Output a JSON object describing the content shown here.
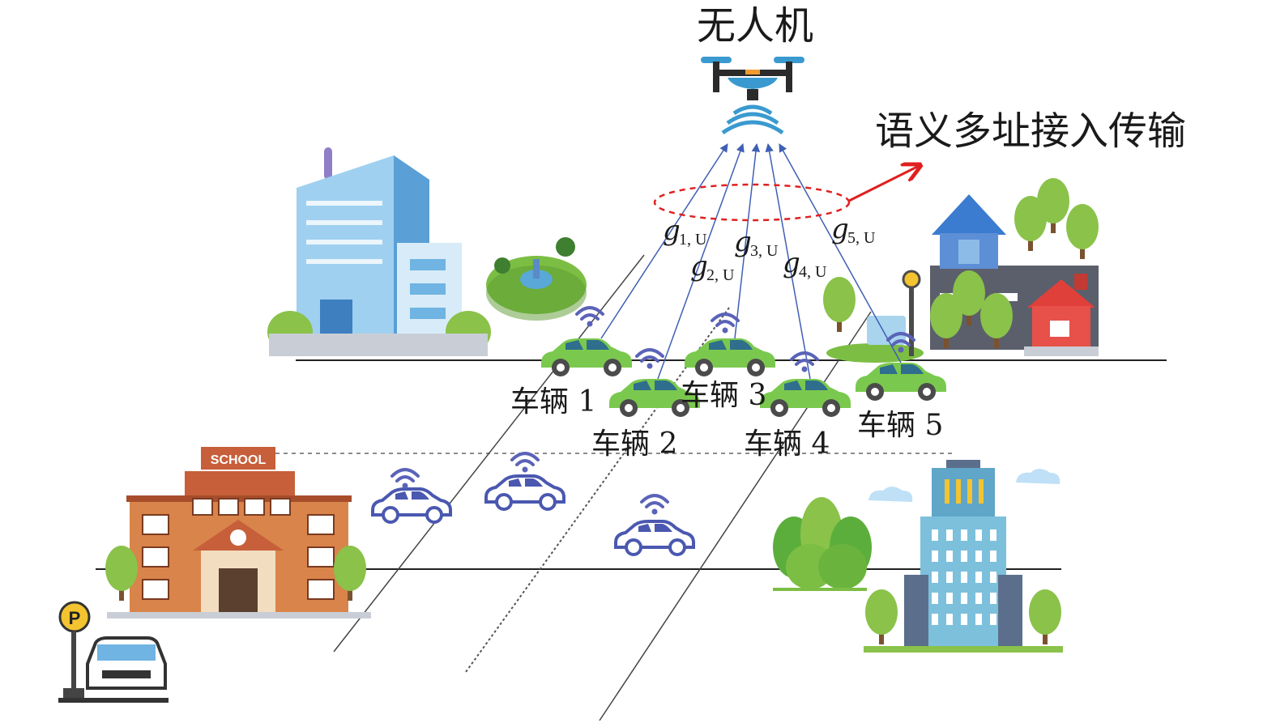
{
  "title": "无人机",
  "annotation": "语义多址接入传输",
  "channels": [
    {
      "g": "g",
      "sub": "1, U"
    },
    {
      "g": "g",
      "sub": "2, U"
    },
    {
      "g": "g",
      "sub": "3, U"
    },
    {
      "g": "g",
      "sub": "4, U"
    },
    {
      "g": "g",
      "sub": "5, U"
    }
  ],
  "vehicles": [
    "车辆 1",
    "车辆 2",
    "车辆 3",
    "车辆 4",
    "车辆 5"
  ],
  "school_sign": "SCHOOL",
  "parking_sign": "P",
  "colors": {
    "link": "#3f5fb5",
    "ellipse": "#e02020",
    "car_green": "#7ac94e",
    "car_blue": "#4a58b0",
    "wifi": "#5a63b8",
    "building_blue": "#6fb4e2",
    "tree_green": "#8ac24a"
  },
  "icons": [
    "drone-icon",
    "wifi-icon",
    "car-icon",
    "building-icon",
    "school-icon",
    "tree-icon",
    "parking-icon",
    "house-icon",
    "cloud-icon"
  ]
}
